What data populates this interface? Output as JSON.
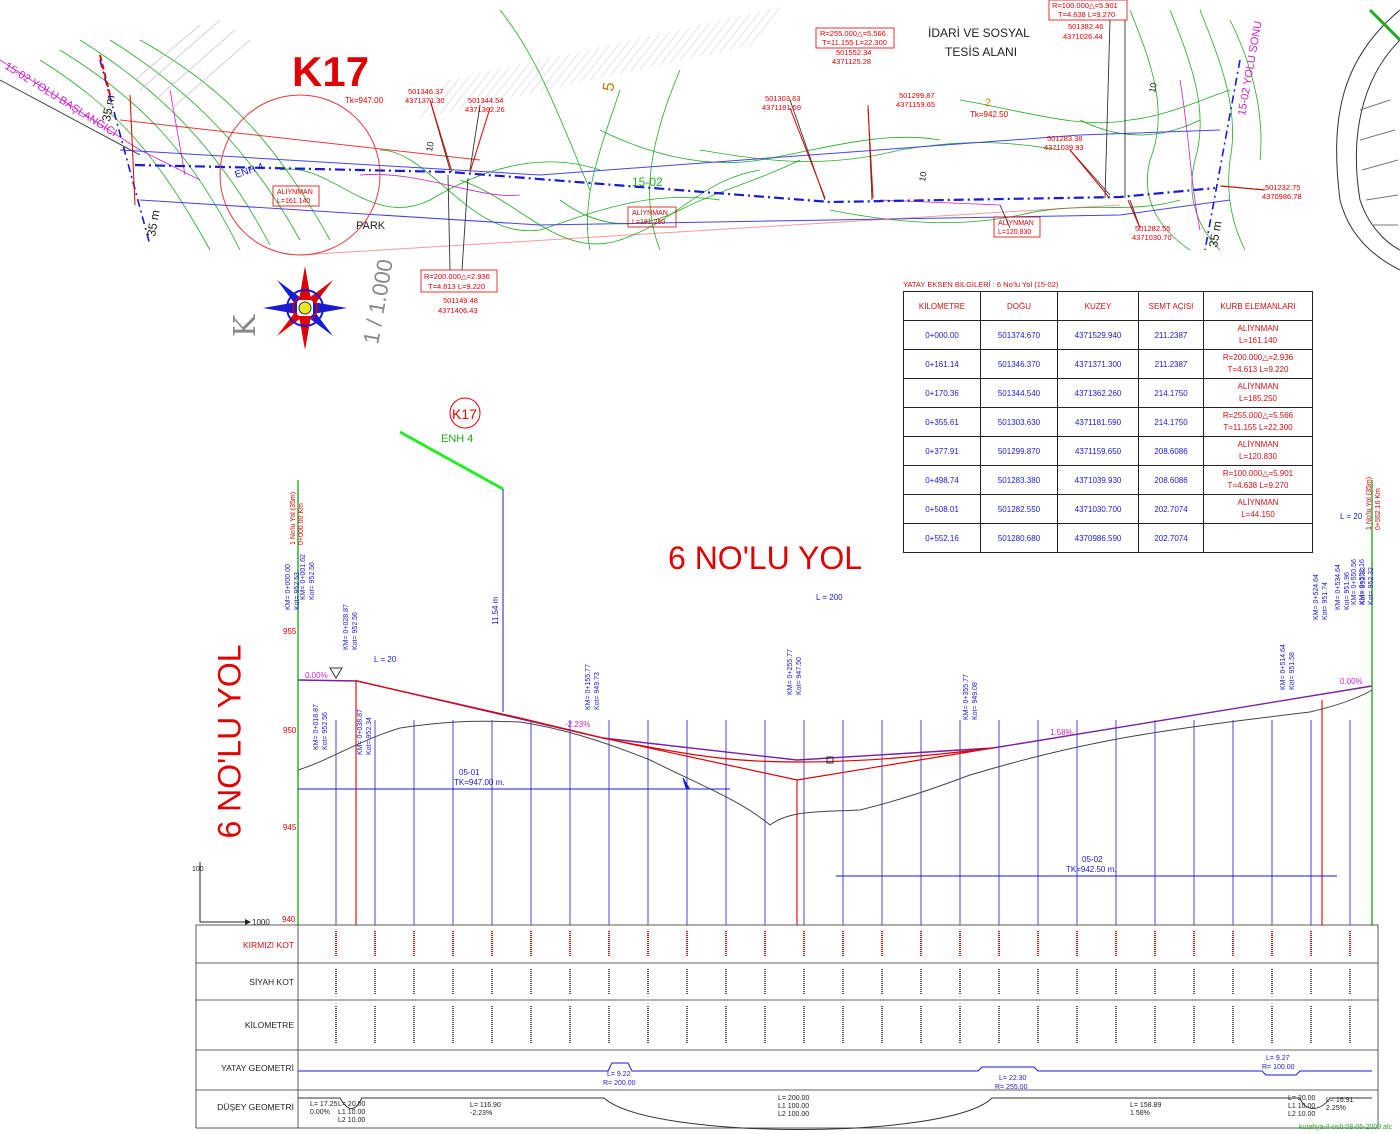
{
  "plan": {
    "sheet_title": "K17",
    "tk_main": "Tk=947.00",
    "road_start_label": "15-02 YOLU BAŞLANGICI",
    "road_end_label": "15-02 YOLU SONU",
    "road_code": "15-02",
    "enh_label": "ENH 4",
    "park_label": "PARK",
    "facility_title_1": "İDARİ VE SOSYAL",
    "facility_title_2": "TESİS ALANI",
    "parcel_5": "5",
    "parcel_2": "2",
    "tk_2": "Tk=942.50",
    "scale_label": "1 / 1.000",
    "width_labels": [
      "35 m",
      "35 m",
      "35 m",
      "35 m"
    ],
    "contour_labels": [
      "10",
      "10",
      "10"
    ],
    "alignment_boxes": [
      {
        "line1": "ALİYNMAN",
        "line2": "L=161.140"
      },
      {
        "line1": "ALİYNMAN",
        "line2": "L=181.250"
      },
      {
        "line1": "ALİYNMAN",
        "line2": "L=120.830"
      }
    ],
    "curve_boxes": [
      {
        "line1": "R=200.000△=2.936",
        "line2": "T=4.613 L=9.220",
        "coord1": "501149.48",
        "coord2": "4371406.43"
      },
      {
        "line1": "R=255.000△=5.566",
        "line2": "T=11.155 L=22.300",
        "coord1": "501552.34",
        "coord2": "4371125.28"
      },
      {
        "line1": "R=100.000△=5.901",
        "line2": "T=4.638 L=9.270",
        "coord1": "501382.46",
        "coord2": "4371026.44"
      }
    ],
    "coord_labels": [
      {
        "e": "501346.37",
        "n": "4371371.30"
      },
      {
        "e": "501344.54",
        "n": "4371362.26"
      },
      {
        "e": "501303.63",
        "n": "4371181.59"
      },
      {
        "e": "501299.87",
        "n": "4371159.65"
      },
      {
        "e": "501283.38",
        "n": "4371039.93"
      },
      {
        "e": "501282.55",
        "n": "4371030.70"
      },
      {
        "e": "501232.75",
        "n": "4370986.78"
      }
    ]
  },
  "table": {
    "title": "YATAY EKSEN BİLGİLERİ : 6 No'lu Yol (15-02)",
    "headers": [
      "KİLOMETRE",
      "DOĞU",
      "KUZEY",
      "SEMT AÇISI",
      "KURB ELEMANLARI"
    ],
    "rows": [
      {
        "km": "0+000.00",
        "dogu": "501374.670",
        "kuzey": "4371529.940",
        "semt": "211.2387"
      },
      {
        "km": "0+161.14",
        "dogu": "501346.370",
        "kuzey": "4371371.300",
        "semt": "211.2387"
      },
      {
        "km": "0+170.36",
        "dogu": "501344.540",
        "kuzey": "4371362.260",
        "semt": "214.1750"
      },
      {
        "km": "0+355.61",
        "dogu": "501303.630",
        "kuzey": "4371181.590",
        "semt": "214.1750"
      },
      {
        "km": "0+377.91",
        "dogu": "501299.870",
        "kuzey": "4371159.650",
        "semt": "208.6086"
      },
      {
        "km": "0+498.74",
        "dogu": "501283.380",
        "kuzey": "4371039.930",
        "semt": "208.6086"
      },
      {
        "km": "0+508.01",
        "dogu": "501282.550",
        "kuzey": "4371030.700",
        "semt": "202.7074"
      },
      {
        "km": "0+552.16",
        "dogu": "501280.680",
        "kuzey": "4370986.590",
        "semt": "202.7074"
      }
    ],
    "kurb": [
      {
        "a": "ALİYNMAN",
        "b": "L=161.140"
      },
      {
        "a": "R=200.000△=2.936",
        "b": "T=4.613 L=9.220"
      },
      {
        "a": "ALİYNMAN",
        "b": "L=185.250"
      },
      {
        "a": "R=255.000△=5.566",
        "b": "T=11.155 L=22.300"
      },
      {
        "a": "ALİYNMAN",
        "b": "L=120.830"
      },
      {
        "a": "R=100.000△=5.901",
        "b": "T=4.638 L=9.270"
      },
      {
        "a": "ALİYNMAN",
        "b": "L=44.150"
      }
    ]
  },
  "profile": {
    "main_title": "6 NO'LU YOL",
    "side_title": "6 NO'LU YOL",
    "k17_tag": "K17",
    "enh_tag": "ENH 4",
    "enh_height": "11.54 m",
    "vc_label_top": "L = 200",
    "vc_label_left": "L = 20",
    "vc_label_right": "L = 20",
    "slope_1": "-2.23%",
    "slope_2": "1.58%",
    "slope_start": "0.00%",
    "slope_end": "0.00%",
    "tk_line_1_a": "05-01",
    "tk_line_1_b": "TK=947.00 m.",
    "tk_line_2_a": "05-02",
    "tk_line_2_b": "TK=942.50 m.",
    "elev_ticks": [
      "955",
      "950",
      "945",
      "940"
    ],
    "scale_v": "100",
    "scale_h": "1000",
    "start_station": "1 No'lu Yol (35m)",
    "start_station_km": "0+000.00 Km",
    "end_station": "1 No'lu Yol (35m)",
    "end_station_km": "0+552.16 Km",
    "pvi_labels": [
      {
        "km": "KM= 0+000.00",
        "kot": "Kot= 952.53"
      },
      {
        "km": "KM= 0+001.62",
        "kot": "Kot= 952.56"
      },
      {
        "km": "KM= 0+028.87",
        "kot": "Kot= 952.56"
      },
      {
        "km": "KM= 0+155.77",
        "kot": "Kot= 949.73"
      },
      {
        "km": "KM= 0+255.77",
        "kot": "Kot= 947.50"
      },
      {
        "km": "KM= 0+355.77",
        "kot": "Kot= 949.08"
      },
      {
        "km": "KM= 0+514.64",
        "kot": "Kot= 951.58"
      },
      {
        "km": "KM= 0+524.64",
        "kot": "Kot= 951.74"
      },
      {
        "km": "KM= 0+534.64",
        "kot": "Kot= 951.96"
      },
      {
        "km": "KM= 0+550.56",
        "kot": "Kot= 952.32"
      },
      {
        "km": "KM= 0+552.16",
        "kot": "Kot= 952.32"
      }
    ],
    "pvi_low_labels": [
      {
        "km": "KM= 0+018.87",
        "kot": "Kot= 952.56"
      },
      {
        "km": "KM= 0+038.87",
        "kot": "Kot= 952.34"
      }
    ],
    "band_labels": [
      "KIRMIZI KOT",
      "SİYAH KOT",
      "KİLOMETRE",
      "YATAY GEOMETRİ",
      "DÜŞEY GEOMETRİ"
    ],
    "yatay_curves": [
      {
        "l": "L= 9.22",
        "r": "R= 200.00"
      },
      {
        "l": "L= 22.30",
        "r": "R= 255.00"
      },
      {
        "l": "L= 9.27",
        "r": "R= 100.00"
      }
    ],
    "dusey_items": [
      {
        "a": "L= 17.25",
        "b": "0.00%"
      },
      {
        "a": "L= 20.00",
        "b": "L1 10.00",
        "c": "L2 10.00"
      },
      {
        "a": "L= 116.90",
        "b": "-2.23%"
      },
      {
        "a": "L= 200.00",
        "b": "L1 100.00",
        "c": "L2 100.00"
      },
      {
        "a": "L= 158.89",
        "b": "1.58%"
      },
      {
        "a": "L= 20.00",
        "b": "L1 10.00",
        "c": "L2 10.00"
      },
      {
        "a": "L= 16.91",
        "b": "2.25%"
      }
    ]
  },
  "footer": "kutahya-II-osb   08-06-2009.alc",
  "colors": {
    "red": "#e00000",
    "blue": "#1a1ad0",
    "green": "#22aa22",
    "magenta": "#cc22cc",
    "purple": "#7a1fa0"
  }
}
